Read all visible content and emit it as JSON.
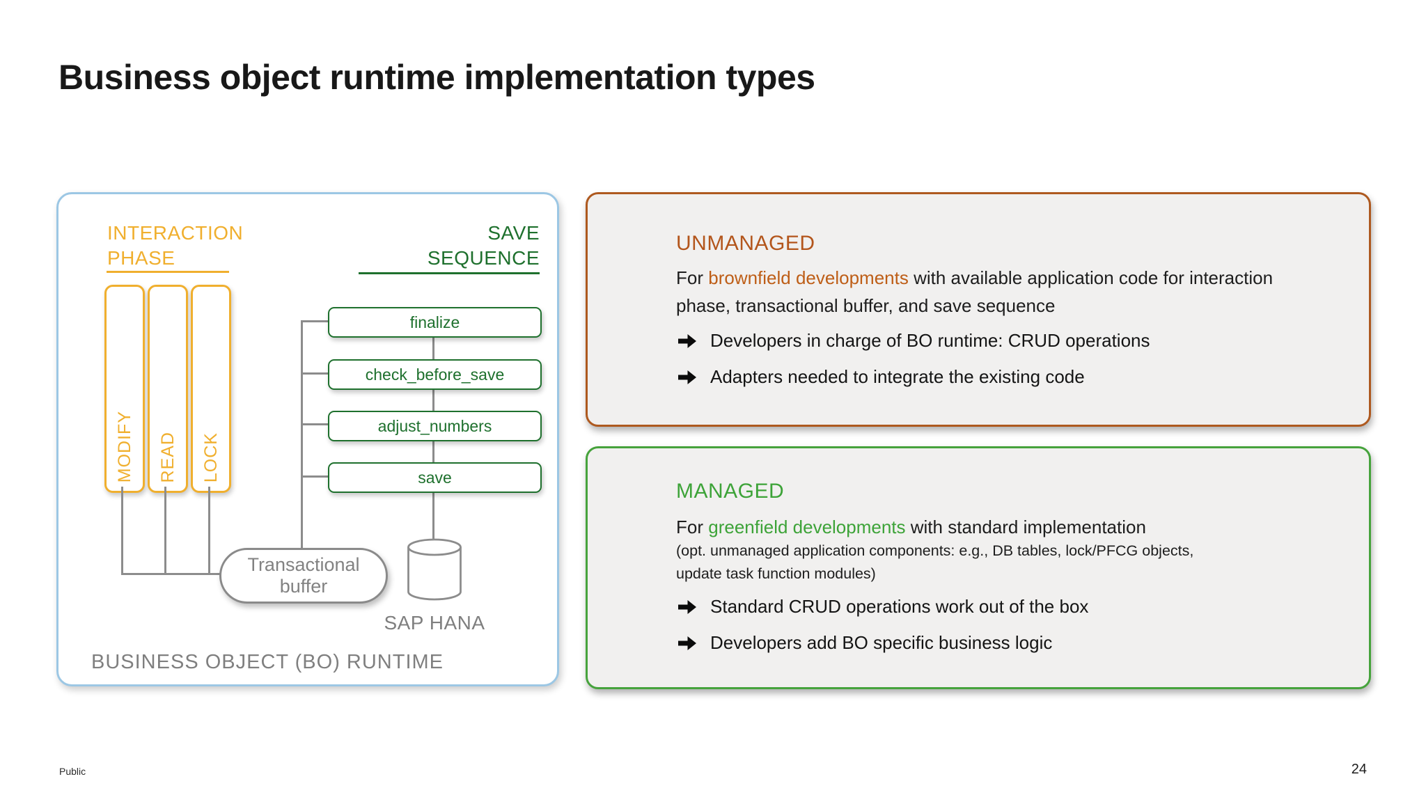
{
  "slide": {
    "title": "Business object runtime implementation types"
  },
  "diagram": {
    "interaction_phase": {
      "label_line1": "INTERACTION",
      "label_line2": "PHASE",
      "bars": [
        "MODIFY",
        "READ",
        "LOCK"
      ]
    },
    "save_sequence": {
      "label_line1": "SAVE",
      "label_line2": "SEQUENCE",
      "steps": [
        "finalize",
        "check_before_save",
        "adjust_numbers",
        "save"
      ]
    },
    "transactional_buffer": {
      "line1": "Transactional",
      "line2": "buffer"
    },
    "database_label": "SAP HANA",
    "container_label": "BUSINESS OBJECT (BO) RUNTIME"
  },
  "unmanaged": {
    "heading": "UNMANAGED",
    "intro_prefix": "For ",
    "intro_highlight": "brownfield developments",
    "intro_suffix": " with available application code for interaction phase, transactional buffer, and save sequence",
    "bullets": [
      "Developers in charge of BO runtime: CRUD operations",
      "Adapters needed to integrate the existing code"
    ]
  },
  "managed": {
    "heading": "MANAGED",
    "intro_prefix": "For ",
    "intro_highlight": "greenfield developments",
    "intro_suffix": " with standard implementation",
    "note_line1": "(opt. unmanaged application components: e.g., DB tables, lock/PFCG objects,",
    "note_line2": "update task function modules)",
    "bullets": [
      "Standard CRUD operations work out of the box",
      "Developers add BO specific business logic"
    ]
  },
  "footer": {
    "classification": "Public",
    "page_number": "24"
  },
  "icons": {
    "bullet_arrow": "➔"
  },
  "colors": {
    "yellow_accent": "#F0AF2E",
    "dark_green": "#1E702D",
    "bright_green": "#3DA338",
    "orange": "#B3551B",
    "light_blue_border": "#9CC7E4",
    "gray_line": "#8C8C8C",
    "gray_text": "#7F7F7F",
    "box_fill": "#F1F0EF",
    "body_text": "#1D1D1D"
  }
}
